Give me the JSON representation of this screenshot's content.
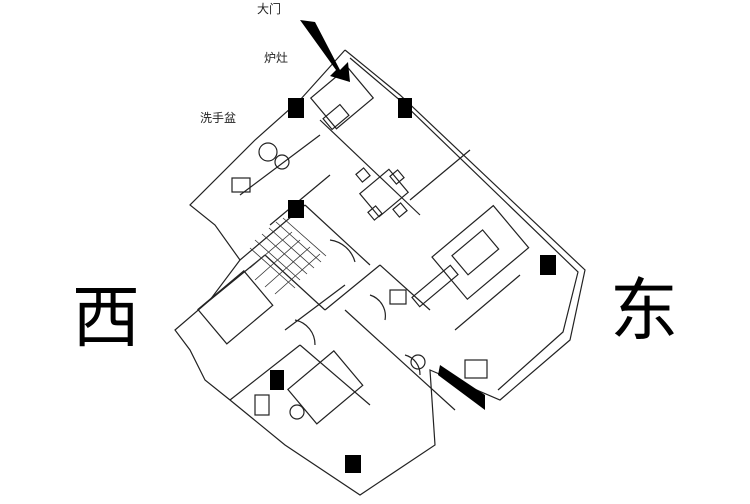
{
  "compass": {
    "west": "西",
    "east": "东"
  },
  "labels": {
    "main_door": "大门",
    "stove": "炉灶",
    "wash_basin": "洗手盆"
  },
  "colors": {
    "line": "#222222",
    "fill_black": "#000000",
    "background": "#ffffff"
  }
}
